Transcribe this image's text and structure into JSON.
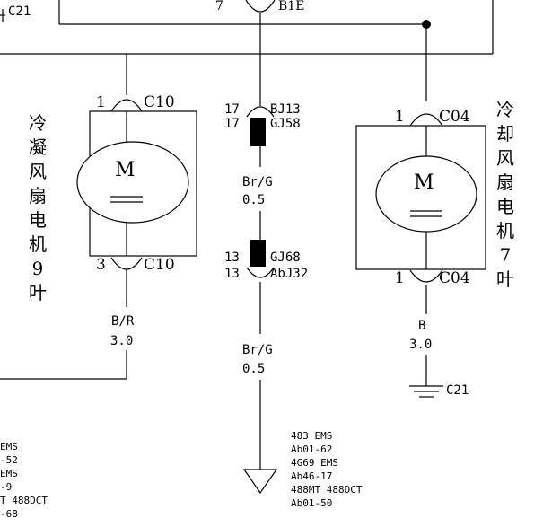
{
  "top": {
    "ground_label": "C21",
    "pin_left": "7",
    "connector_right": "B1E"
  },
  "motor_left": {
    "pin_top": "1",
    "conn_top": "C10",
    "symbol": "M",
    "pin_bottom": "3",
    "conn_bottom": "C10",
    "name_chars": [
      "冷",
      "凝",
      "风",
      "扇",
      "电",
      "机",
      "9",
      "叶"
    ],
    "wire_color": "B/R",
    "wire_size": "3.0"
  },
  "middle": {
    "pin_a": "17",
    "conn_a": "BJ13",
    "pin_b": "17",
    "conn_b": "GJ58",
    "wire1_color": "Br/G",
    "wire1_size": "0.5",
    "pin_c": "13",
    "conn_c": "GJ68",
    "pin_d": "13",
    "conn_d": "AbJ32",
    "wire2_color": "Br/G",
    "wire2_size": "0.5"
  },
  "motor_right": {
    "pin_top": "1",
    "conn_top": "C04",
    "symbol": "M",
    "pin_bottom": "1",
    "conn_bottom": "C04",
    "name_chars": [
      "冷",
      "却",
      "风",
      "扇",
      "电",
      "机",
      "7",
      "叶"
    ],
    "wire_color": "B",
    "wire_size": "3.0",
    "ground_label": "C21"
  },
  "notes_middle": [
    "483 EMS",
    "Ab01-62",
    "4G69 EMS",
    "Ab46-17",
    "488MT 488DCT",
    "Ab01-50"
  ],
  "notes_left": [
    "EMS",
    "-52",
    "EMS",
    "-9",
    "T 488DCT",
    "-68"
  ]
}
